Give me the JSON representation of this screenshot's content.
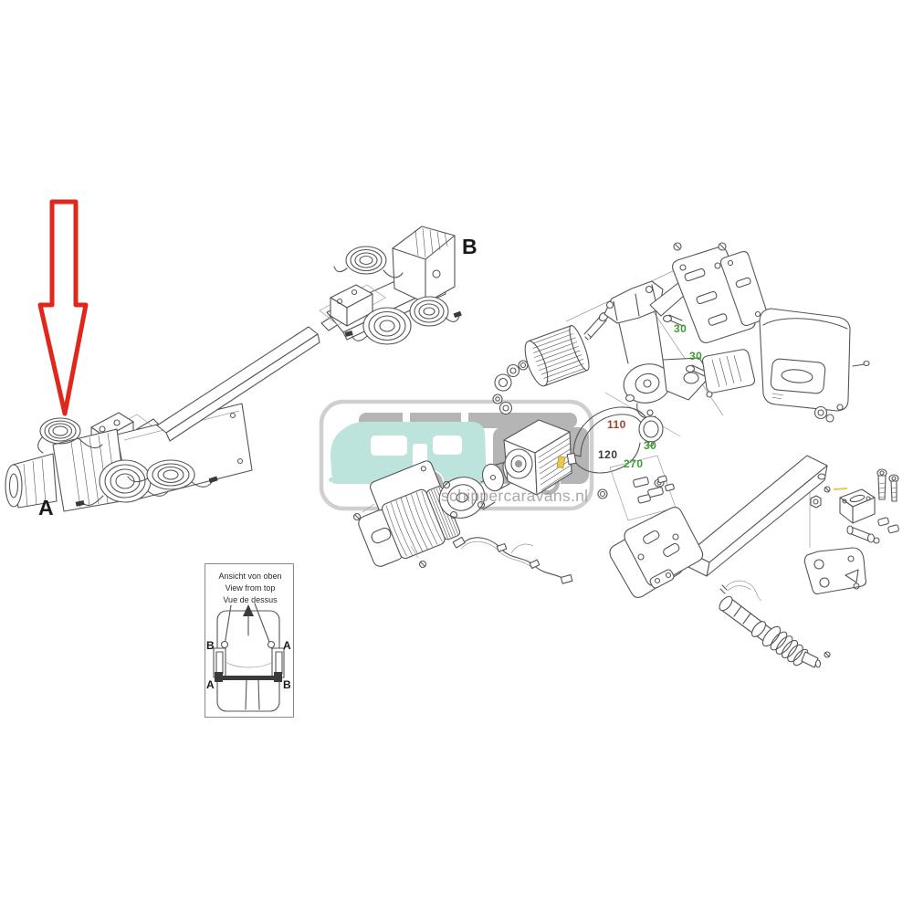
{
  "diagram": {
    "labels": {
      "unit_a": "A",
      "unit_b": "B"
    },
    "callouts": [
      {
        "text": "30",
        "color": "#3f9b35"
      },
      {
        "text": "30",
        "color": "#3f9b35"
      },
      {
        "text": "110",
        "color": "#a8402c"
      },
      {
        "text": "120",
        "color": "#3b3b3b"
      },
      {
        "text": "30",
        "color": "#3f9b35"
      },
      {
        "text": "270",
        "color": "#3f9b35"
      }
    ]
  },
  "inset": {
    "title_de": "Ansicht von oben",
    "title_en": "View from top",
    "title_fr": "Vue de dessus",
    "corner_labels": {
      "top_left": "B",
      "top_right": "A",
      "bottom_left": "A",
      "bottom_right": "B"
    }
  },
  "watermark": {
    "text": "schippercaravans.nl"
  },
  "colors": {
    "arrow-red": "#e2261b",
    "callout-green": "#3f9b35",
    "callout-dark": "#3b3b3b",
    "callout-red": "#a8402c",
    "line": "#555555",
    "wm-teal": "#bce4dc",
    "wm-gray": "#b5b5b5",
    "wm-border": "#cfcfcf",
    "wm-text": "#949494",
    "label": "#1a1a1a",
    "yellow-tab": "#e8c84e"
  }
}
